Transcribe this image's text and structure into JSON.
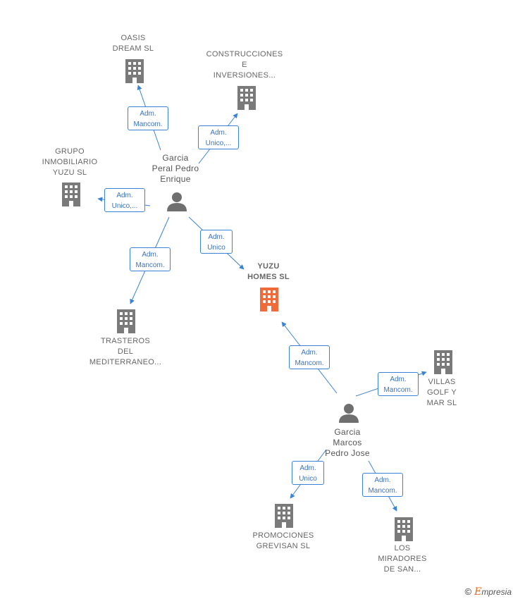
{
  "colors": {
    "edge": "#3a82d8",
    "node": "#7a7a7a",
    "focus": "#f06a3a",
    "brand": "#e8651e"
  },
  "nodes": {
    "oasis": {
      "label": "OASIS\nDREAM  SL",
      "icon": "building-icon"
    },
    "construcciones": {
      "label": "CONSTRUCCIONES\nE\nINVERSIONES...",
      "icon": "building-icon"
    },
    "grupo": {
      "label": "GRUPO\nINMOBILIARIO\nYUZU SL",
      "icon": "building-icon"
    },
    "garcia_peral": {
      "label": "Garcia\nPeral Pedro\nEnrique",
      "icon": "person-icon"
    },
    "yuzu": {
      "label": "YUZU\nHOMES  SL",
      "icon": "building-icon-highlighted"
    },
    "trasteros": {
      "label": "TRASTEROS\nDEL\nMEDITERRANEO...",
      "icon": "building-icon"
    },
    "villas": {
      "label": "VILLAS\nGOLF Y\nMAR  SL",
      "icon": "building-icon"
    },
    "garcia_marcos": {
      "label": "Garcia\nMarcos\nPedro Jose",
      "icon": "person-icon"
    },
    "promociones": {
      "label": "PROMOCIONES\nGREVISAN SL",
      "icon": "building-icon"
    },
    "miradores": {
      "label": "LOS\nMIRADORES\nDE SAN...",
      "icon": "building-icon"
    }
  },
  "edges": {
    "e_oasis": {
      "line1": "Adm.",
      "line2": "Mancom."
    },
    "e_construcciones": {
      "line1": "Adm.",
      "line2": "Unico,..."
    },
    "e_grupo": {
      "line1": "Adm.",
      "line2": "Unico,..."
    },
    "e_trasteros": {
      "line1": "Adm.",
      "line2": "Mancom."
    },
    "e_yuzu_peral": {
      "line1": "Adm.",
      "line2": "Unico"
    },
    "e_yuzu_marcos": {
      "line1": "Adm.",
      "line2": "Mancom."
    },
    "e_villas": {
      "line1": "Adm.",
      "line2": "Mancom."
    },
    "e_promociones": {
      "line1": "Adm.",
      "line2": "Unico"
    },
    "e_miradores": {
      "line1": "Adm.",
      "line2": "Mancom."
    }
  },
  "footer": {
    "copyright": "©",
    "brand_initial": "E",
    "brand_rest": "mpresia"
  }
}
